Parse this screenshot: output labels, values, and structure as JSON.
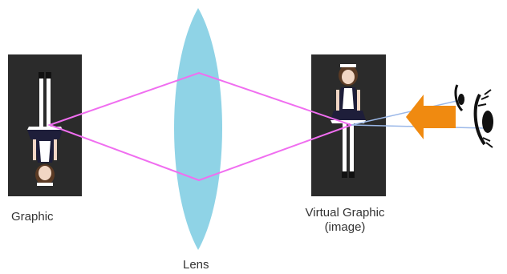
{
  "labels": {
    "graphic": "Graphic",
    "lens": "Lens",
    "virtual_graphic_line1": "Virtual Graphic",
    "virtual_graphic_line2": "(image)"
  },
  "colors": {
    "lens_fill": "#8fd3e6",
    "ray_lines": "#f06ef0",
    "panel_background": "#2b2b2b",
    "sight_lines": "#9bb8e8",
    "arrow": "#f08a10",
    "text": "#333333"
  },
  "icons": {
    "real_figure": "maid-figure-upside-down",
    "virtual_figure": "maid-figure-upright",
    "viewer": "eye-icon",
    "direction": "left-arrow-icon"
  }
}
